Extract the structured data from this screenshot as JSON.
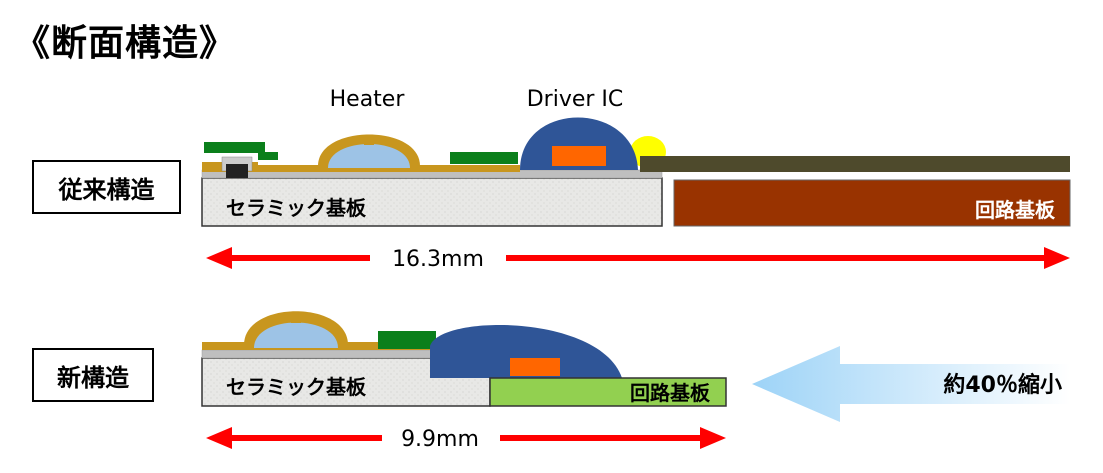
{
  "title": "《断面構造》",
  "conventional": {
    "label": "従来構造",
    "heater_label": "Heater",
    "driver_label": "Driver IC",
    "ceramic_label": "セラミック基板",
    "pcb_label": "回路基板",
    "dimension": "16.3mm"
  },
  "new": {
    "label": "新構造",
    "ceramic_label": "セラミック基板",
    "pcb_label": "回路基板",
    "dimension": "9.9mm",
    "reduction": "約40％縮小"
  },
  "colors": {
    "ceramic": "#e8e8e6",
    "pcb_old": "#993300",
    "pcb_new": "#92d050",
    "gold": "#c8961e",
    "heater": "#9dc3e6",
    "driver": "#2f5597",
    "chip": "#ff6600",
    "green": "#0b7f1b",
    "arrow": "#ff0000"
  }
}
